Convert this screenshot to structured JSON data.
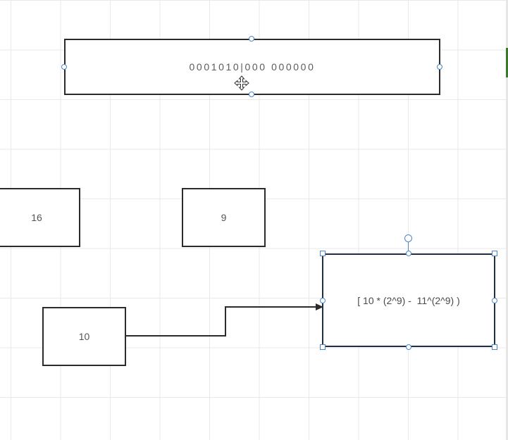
{
  "diagram": {
    "binary_box": {
      "text": "0001010|000 000000"
    },
    "box_16": {
      "text": "16"
    },
    "box_9": {
      "text": "9"
    },
    "box_10": {
      "text": "10"
    },
    "expression_box": {
      "text": "[ 10 * (2^9) -  11^(2^9) )"
    }
  },
  "colors": {
    "shape_border": "#2b2b2b",
    "selection_handle": "#4a86c8",
    "grid_line": "#e9e9e9",
    "text": "#555555"
  },
  "icons": {
    "cursor": "move-cursor-icon",
    "connector_arrow": "arrow-head-icon"
  }
}
